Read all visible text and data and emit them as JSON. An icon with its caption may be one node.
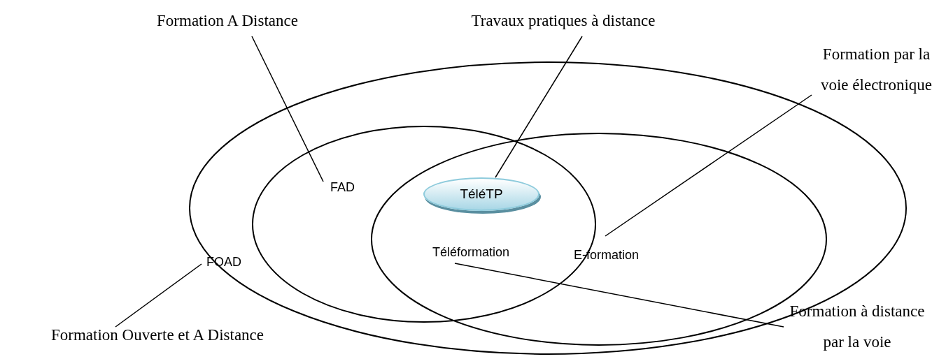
{
  "diagram": {
    "nodes": [
      {
        "text": [
          "FOAD"
        ]
      },
      {
        "text": [
          "FAD"
        ],
        "in": 0
      },
      {
        "text": [
          "E-formation"
        ],
        "in": 0
      },
      {
        "text": [
          "TéléTP"
        ]
      },
      {
        "text": [
          "Téléformation"
        ]
      },
      {
        "text": [
          "Formation A Distance"
        ]
      },
      {
        "text": [
          "Travaux pratiques à distance"
        ]
      },
      {
        "text": [
          "Formation par la voie électronique"
        ]
      },
      {
        "text": [
          "Formation Ouverte et A Distance"
        ]
      },
      {
        "text": [
          "Formation à distance par la voie"
        ]
      }
    ],
    "edges": [
      {
        "from": 5,
        "to": 1,
        "arrow": "none"
      },
      {
        "from": 6,
        "to": 3,
        "arrow": "none"
      },
      {
        "from": 7,
        "to": 2,
        "arrow": "none"
      },
      {
        "from": 8,
        "to": 0,
        "arrow": "none"
      },
      {
        "from": 4,
        "to": 9,
        "arrow": "none"
      }
    ]
  }
}
